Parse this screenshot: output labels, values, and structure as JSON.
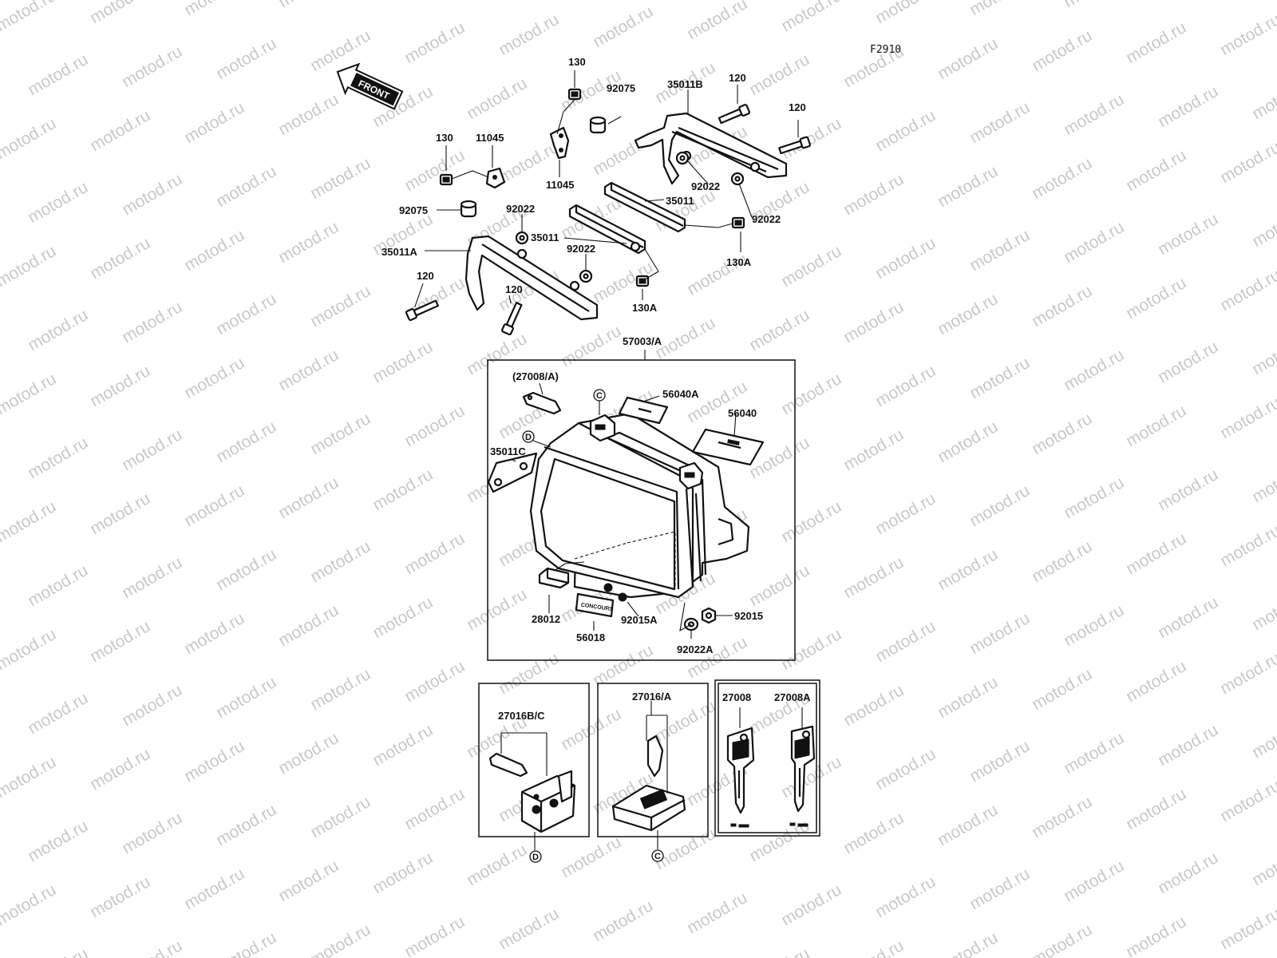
{
  "watermark": "motod.ru",
  "figure_code": "F2910",
  "direction_arrow": "FRONT",
  "labels": {
    "p130_a": "130",
    "p92075_a": "92075",
    "p35011B": "35011B",
    "p120_a": "120",
    "p120_b": "120",
    "p130_b": "130",
    "p11045_a": "11045",
    "p11045_b": "11045",
    "p92022_a": "92022",
    "p92022_b": "92022",
    "p35011_a": "35011",
    "p92075_b": "92075",
    "p92022_c": "92022",
    "p35011_b": "35011",
    "p35011A": "35011A",
    "p92022_d": "92022",
    "p130A_a": "130A",
    "p120_c": "120",
    "p120_d": "120",
    "p130A_b": "130A",
    "p57003A": "57003/A",
    "p27008A_paren": "(27008/A)",
    "p56040A": "56040A",
    "p56040": "56040",
    "p35011C": "35011C",
    "p28012": "28012",
    "p56018": "56018",
    "p92015A": "92015A",
    "p92015": "92015",
    "p92022A": "92022A",
    "p27016BC": "27016B/C",
    "p27016A": "27016/A",
    "p27008": "27008",
    "p27008A": "27008A"
  },
  "callouts": {
    "c": "C",
    "d": "D"
  },
  "badge_text": "CONCOURS"
}
